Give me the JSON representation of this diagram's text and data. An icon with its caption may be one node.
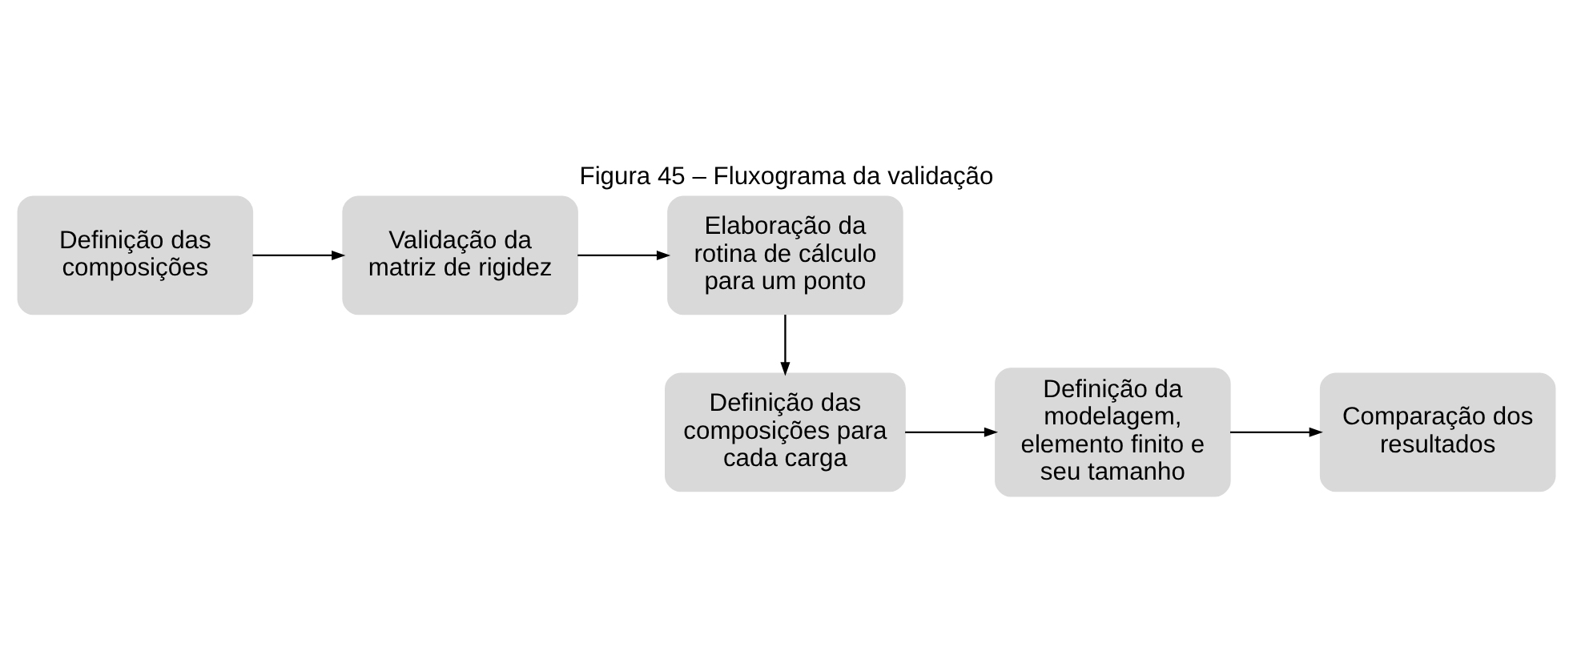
{
  "diagram": {
    "title": "Figura 45 – Fluxograma da validação",
    "nodes": [
      {
        "text": [
          "Definição das composições"
        ]
      },
      {
        "text": [
          "Validação da matriz de rigidez"
        ]
      },
      {
        "text": [
          "Elaboração da rotina de cálculo para um ponto"
        ]
      },
      {
        "text": [
          "Definição das composições para cada carga"
        ]
      },
      {
        "text": [
          "Definição da modelagem, elemento finito e seu tamanho"
        ]
      },
      {
        "text": [
          "Comparação dos resultados"
        ]
      }
    ],
    "edges": [
      {
        "from": 0,
        "to": 1,
        "arrow": "to"
      },
      {
        "from": 1,
        "to": 2,
        "arrow": "to"
      },
      {
        "from": 2,
        "to": 3,
        "arrow": "to"
      },
      {
        "from": 3,
        "to": 4,
        "arrow": "to"
      },
      {
        "from": 4,
        "to": 5,
        "arrow": "to"
      }
    ]
  }
}
